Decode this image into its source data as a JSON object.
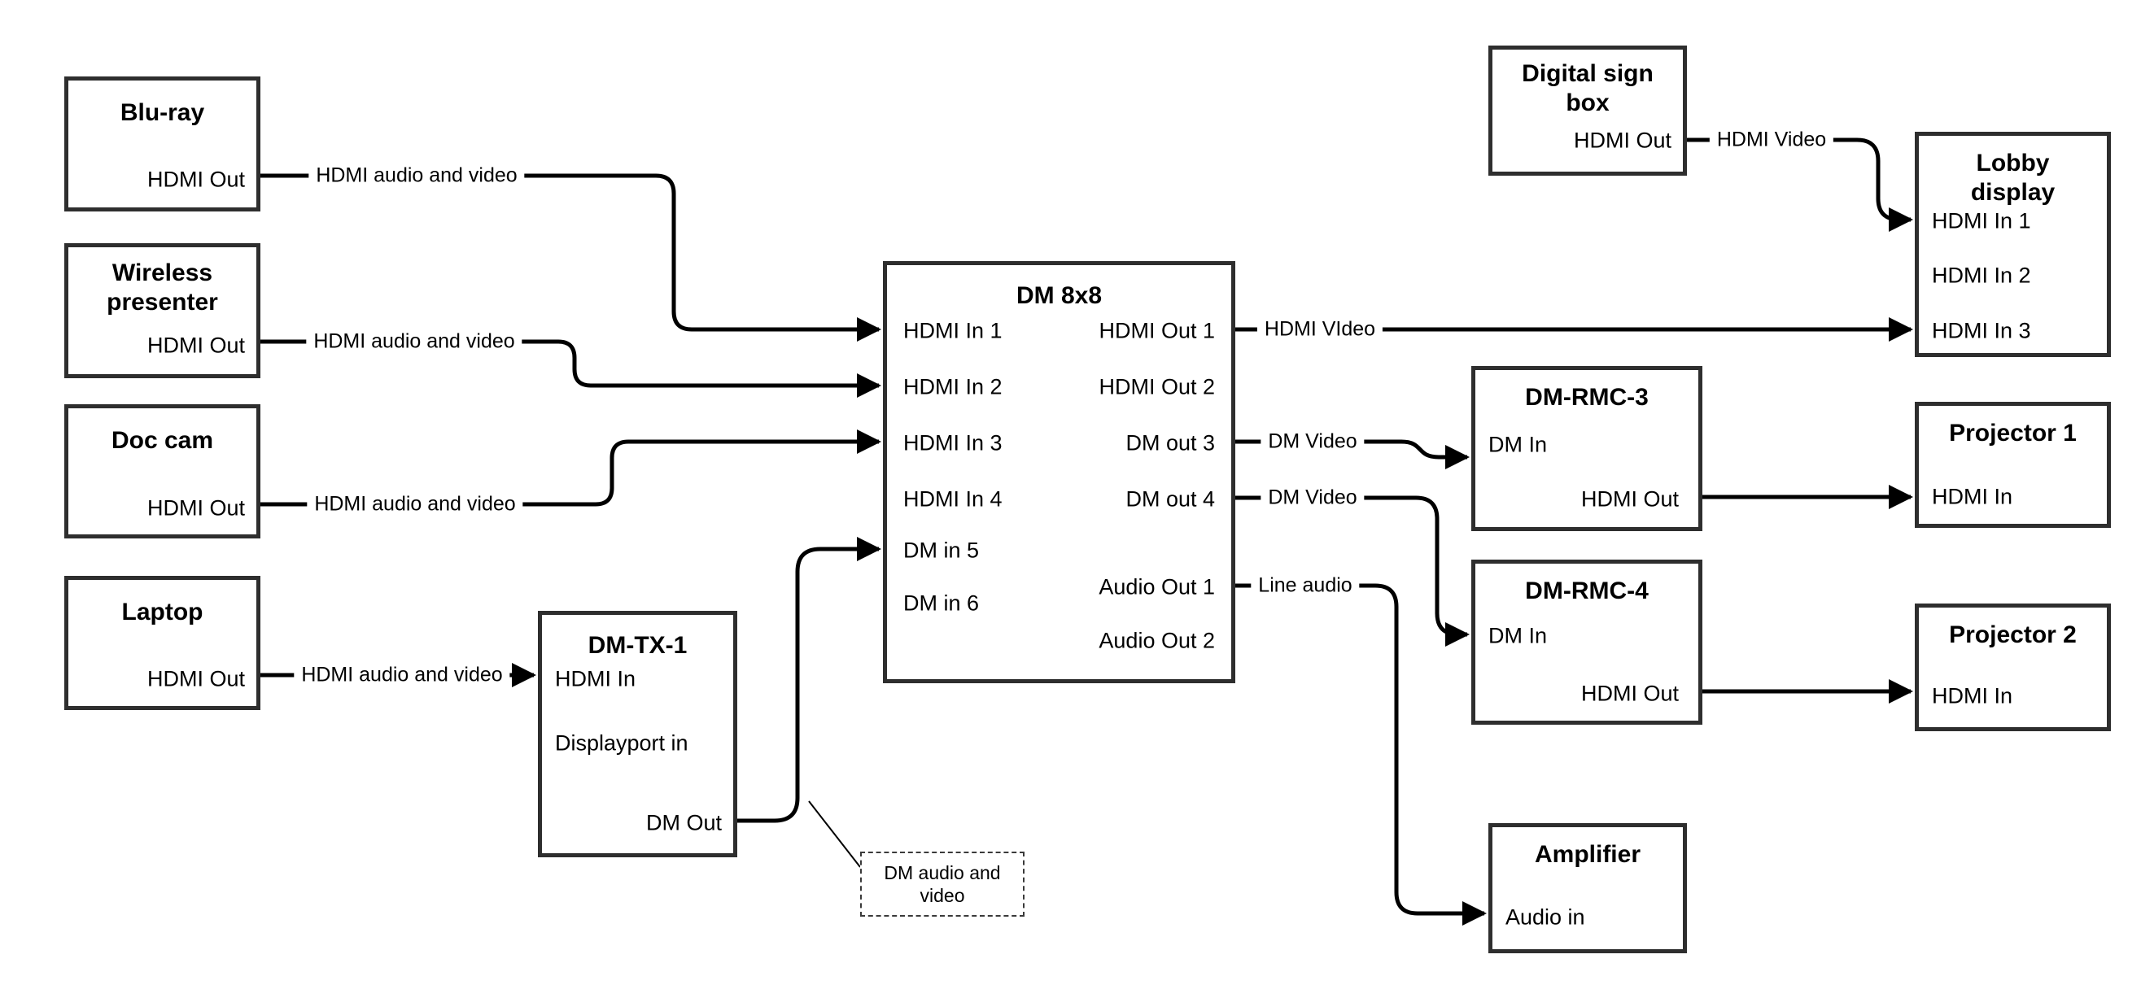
{
  "diagram": {
    "colors": {
      "background": "#ffffff",
      "wire": "#000000",
      "box_border": "#2e2e2e",
      "text": "#000000"
    },
    "nodes": [
      {
        "id": "bluray",
        "title": "Blu-ray",
        "ports": [
          "HDMI Out"
        ]
      },
      {
        "id": "wireless-presenter",
        "title": "Wireless presenter",
        "ports": [
          "HDMI Out"
        ]
      },
      {
        "id": "doc-cam",
        "title": "Doc cam",
        "ports": [
          "HDMI Out"
        ]
      },
      {
        "id": "laptop",
        "title": "Laptop",
        "ports": [
          "HDMI Out"
        ]
      },
      {
        "id": "dm-tx-1",
        "title": "DM-TX-1",
        "ports": [
          "HDMI In",
          "Displayport in",
          "DM Out"
        ]
      },
      {
        "id": "dm-8x8",
        "title": "DM 8x8",
        "inputs": [
          "HDMI In 1",
          "HDMI In 2",
          "HDMI In 3",
          "HDMI In 4",
          "DM in 5",
          "DM in 6"
        ],
        "outputs": [
          "HDMI Out 1",
          "HDMI Out 2",
          "DM out 3",
          "DM out 4",
          "Audio Out 1",
          "Audio Out 2"
        ]
      },
      {
        "id": "digital-sign-box",
        "title": "Digital sign box",
        "ports": [
          "HDMI Out"
        ]
      },
      {
        "id": "lobby-display",
        "title": "Lobby display",
        "ports": [
          "HDMI In 1",
          "HDMI In 2",
          "HDMI In 3"
        ]
      },
      {
        "id": "dm-rmc-3",
        "title": "DM-RMC-3",
        "ports": [
          "DM In",
          "HDMI Out"
        ]
      },
      {
        "id": "projector-1",
        "title": "Projector 1",
        "ports": [
          "HDMI In"
        ]
      },
      {
        "id": "dm-rmc-4",
        "title": "DM-RMC-4",
        "ports": [
          "DM In",
          "HDMI Out"
        ]
      },
      {
        "id": "projector-2",
        "title": "Projector 2",
        "ports": [
          "HDMI In"
        ]
      },
      {
        "id": "amplifier",
        "title": "Amplifier",
        "ports": [
          "Audio in"
        ]
      }
    ],
    "wire_labels": [
      {
        "id": "bluray-to-dm8x8-in1",
        "label": "HDMI audio and video"
      },
      {
        "id": "wireless-to-dm8x8-in2",
        "label": "HDMI audio and video"
      },
      {
        "id": "doccam-to-dm8x8-in3",
        "label": "HDMI audio and video"
      },
      {
        "id": "laptop-to-dmtx1",
        "label": "HDMI audio and video"
      },
      {
        "id": "hdmiout1-to-lobby-in3",
        "label": "HDMI VIdeo"
      },
      {
        "id": "digitalsign-to-lobby-in1",
        "label": "HDMI Video"
      },
      {
        "id": "dmout3-to-rmc3",
        "label": "DM Video"
      },
      {
        "id": "dmout4-to-rmc4",
        "label": "DM Video"
      },
      {
        "id": "audioout1-to-amplifier",
        "label": "Line audio"
      }
    ],
    "annotation": {
      "text": "DM audio and video"
    }
  }
}
